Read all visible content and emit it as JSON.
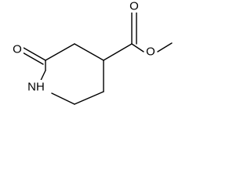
{
  "molecule": {
    "atoms": [
      {
        "symbol": "O"
      },
      {
        "symbol": "NH"
      },
      {
        "symbol": "O"
      },
      {
        "symbol": "O"
      }
    ]
  }
}
